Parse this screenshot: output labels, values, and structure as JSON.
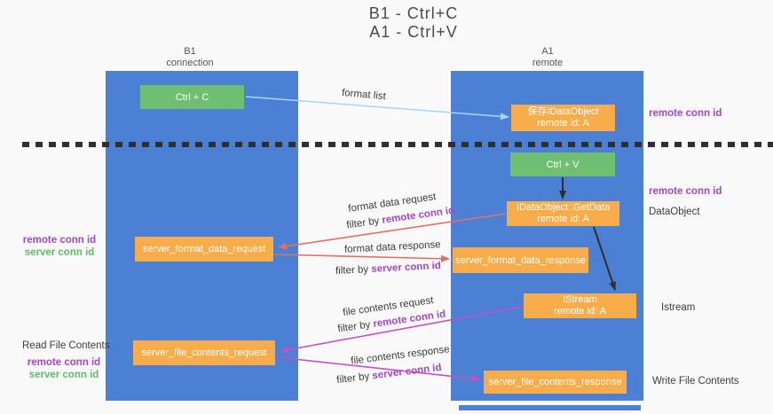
{
  "colors": {
    "column_blue": "#4b80d5",
    "box_orange": "#f9ad4a",
    "box_green": "#6fbe72",
    "arrow_salmon": "#e56e62",
    "arrow_magenta": "#c94fc3",
    "arrow_lightblue": "#a8d3f3",
    "arrow_dark": "#2f2f2f",
    "text_purple": "#a347c9",
    "text_green": "#61ba66",
    "label_dark": "#3c3c3c"
  },
  "title": {
    "line1": "B1 - Ctrl+C",
    "line2": "A1 - Ctrl+V"
  },
  "columns": {
    "left": {
      "name": "B1",
      "role": "connection"
    },
    "right": {
      "name": "A1",
      "role": "remote"
    }
  },
  "boxes": {
    "ctrl_c": "Ctrl + C",
    "ctrl_v": "Ctrl + V",
    "save_idataobject": {
      "line1": "保存IDataObject",
      "line2": "remote id: A"
    },
    "getdata": {
      "line1": "IDataObject::GetData",
      "line2": "remote id: A"
    },
    "istream": {
      "line1": "IStream",
      "line2": "remote id: A"
    },
    "server_format_data_request": "server_format_data_request",
    "server_format_data_response": "server_format_data_response",
    "server_file_contents_request": "server_file_contents_request",
    "server_file_contents_response": "server_file_contents_response"
  },
  "arrow_labels": {
    "format_list": "format list",
    "format_data_request": {
      "line1": "format data request",
      "prefix": "filter by ",
      "key": "remote conn id"
    },
    "format_data_response": {
      "line1": "format data response",
      "prefix": "filter by ",
      "key": "server conn id"
    },
    "file_contents_request": {
      "line1": "file contents request",
      "prefix": "filter by ",
      "key": "remote conn id"
    },
    "file_contents_response": {
      "line1": "file contents response",
      "prefix": "filter by ",
      "key": "server conn id"
    }
  },
  "side_labels": {
    "right_top_remote_conn_id": "remote conn id",
    "right_mid_remote_conn_id": "remote conn id",
    "right_dataobject": "DataObject",
    "right_istream": "Istream",
    "right_write_file_contents": "Write File Contents",
    "left_mid_remote_conn_id": "remote conn id",
    "left_mid_server_conn_id": "server conn id",
    "left_read_file_contents": "Read File Contents",
    "left_bottom_remote_conn_id": "remote conn id",
    "left_bottom_server_conn_id": "server conn id"
  }
}
